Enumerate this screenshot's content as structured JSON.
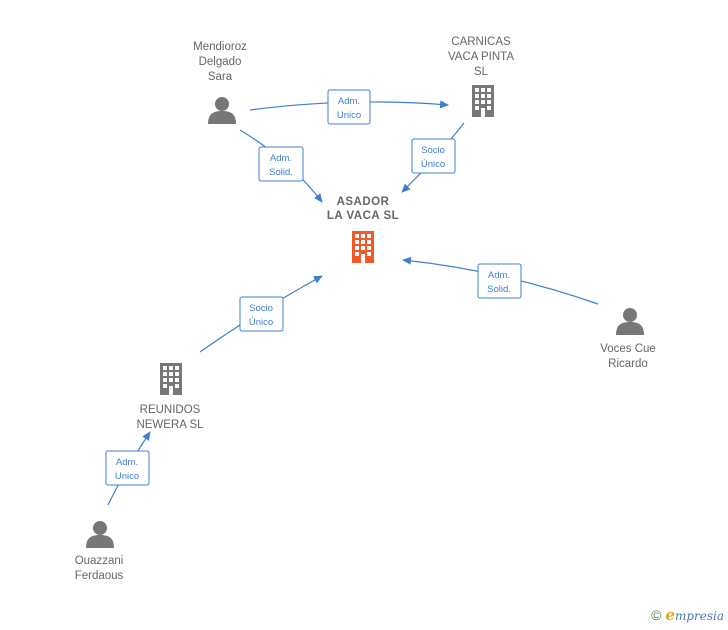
{
  "nodes": {
    "center": {
      "lines": [
        "ASADOR",
        "LA VACA  SL"
      ],
      "icon": "building-icon",
      "color": "#f05a2b"
    },
    "carnicas": {
      "lines": [
        "CARNICAS",
        "VACA PINTA",
        "SL"
      ],
      "icon": "building-icon",
      "color": "#777777"
    },
    "reunidos": {
      "lines": [
        "REUNIDOS",
        "NEWERA  SL"
      ],
      "icon": "building-icon",
      "color": "#777777"
    },
    "mendioroz": {
      "lines": [
        "Mendioroz",
        "Delgado",
        "Sara"
      ],
      "icon": "person-icon",
      "color": "#777777"
    },
    "voces": {
      "lines": [
        "Voces Cue",
        "Ricardo"
      ],
      "icon": "person-icon",
      "color": "#777777"
    },
    "ouazzani": {
      "lines": [
        "Ouazzani",
        "Ferdaous"
      ],
      "icon": "person-icon",
      "color": "#777777"
    }
  },
  "edges": {
    "mendioroz_carnicas": [
      "Adm.",
      "Unico"
    ],
    "mendioroz_center": [
      "Adm.",
      "Solid."
    ],
    "carnicas_center": [
      "Socio",
      "Único"
    ],
    "voces_center": [
      "Adm.",
      "Solid."
    ],
    "reunidos_center": [
      "Socio",
      "Único"
    ],
    "ouazzani_reunidos": [
      "Adm.",
      "Unico"
    ]
  },
  "brand": {
    "copyright": "©",
    "first_letter": "e",
    "rest": "mpresia"
  },
  "colors": {
    "edge": "#3d7fcf",
    "label": "#666666"
  }
}
